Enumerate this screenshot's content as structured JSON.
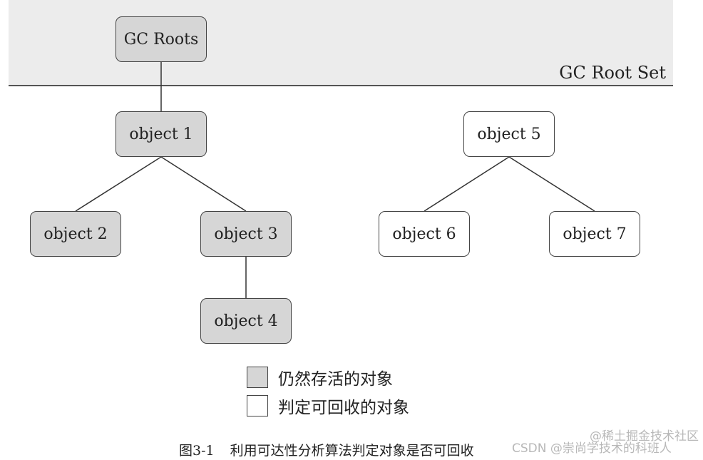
{
  "root_set": {
    "label": "GC Root Set",
    "roots_label": "GC Roots",
    "band_color": "#ececec"
  },
  "nodes": {
    "object1": "object 1",
    "object2": "object 2",
    "object3": "object 3",
    "object4": "object 4",
    "object5": "object 5",
    "object6": "object 6",
    "object7": "object 7"
  },
  "colors": {
    "reachable": "#d6d6d6",
    "unreachable": "#ffffff"
  },
  "legend": {
    "reachable_label": "仍然存活的对象",
    "unreachable_label": "判定可回收的对象"
  },
  "caption": {
    "number": "图3-1",
    "text": "利用可达性分析算法判定对象是否可回收"
  },
  "watermark": {
    "line1": "@稀土掘金技术社区",
    "line2": "CSDN @崇尚学技术的科班人"
  }
}
